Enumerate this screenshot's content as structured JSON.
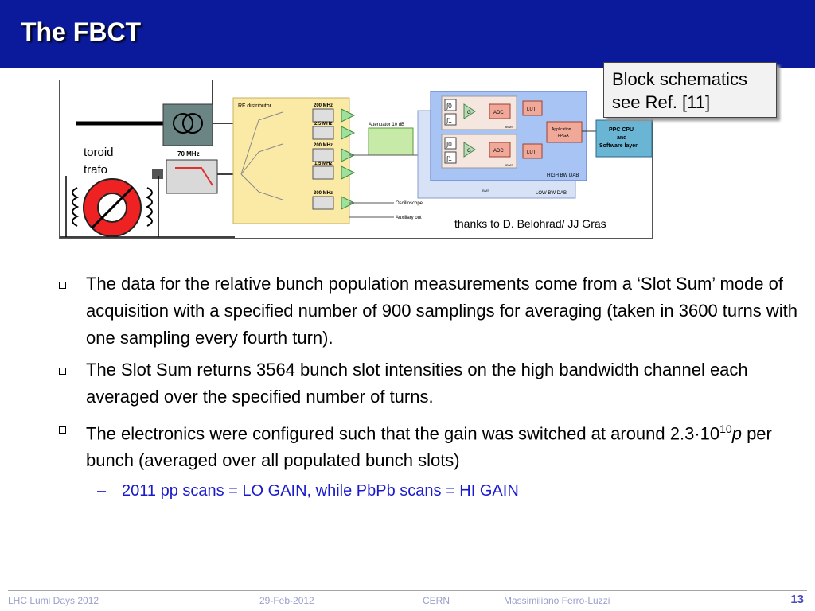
{
  "title": "The FBCT",
  "callout": {
    "line1": "Block schematics",
    "line2": "see Ref. [11]"
  },
  "figure": {
    "toroid_line1": "toroid",
    "toroid_line2": "trafo",
    "thanks": "thanks to D. Belohrad/  JJ Gras",
    "rf_distributor": "RF distributor",
    "filter_70": "70 MHz",
    "f200a": "200 MHz",
    "f25": "2.5 MHz",
    "f200b": "200 MHz",
    "f15": "1.5 MHz",
    "f300": "300 MHz",
    "attenuator": "Attenuator 10 dB",
    "oscilloscope": "Oscilloscope",
    "aux": "Auxiliary out",
    "adc": "ADC",
    "lut": "LUT",
    "g": "G",
    "fpga1": "Application",
    "fpga2": "FPGA",
    "ppc1": "PPC CPU",
    "ppc2": "and",
    "ppc3": "Software layer",
    "high_bw": "HIGH BW DAB",
    "low_bw": "LOW BW DAB",
    "ibms": "IBMS",
    "int0": "∫0",
    "int1": "∫1"
  },
  "bullets": [
    "The data for the relative bunch population measurements come from a ‘Slot Sum’ mode of acquisition with a specified number of 900 samplings for averaging (taken in 3600 turns with one sampling every fourth turn).",
    "The Slot Sum returns 3564 bunch slot intensities on the high bandwidth channel each averaged over the specified number of turns."
  ],
  "bullet3": {
    "pre": "The electronics were configured such that the gain was switched at around 2.3·10",
    "exp": "10",
    "italic": "p",
    "post": " per bunch (averaged over all populated bunch slots)"
  },
  "sub_bullet": "2011 pp scans = LO GAIN, while  PbPb scans = HI GAIN",
  "footer": {
    "event": "LHC Lumi Days 2012",
    "date": "29-Feb-2012",
    "org": "CERN",
    "author": "Massimiliano Ferro-Luzzi",
    "page": "13"
  }
}
